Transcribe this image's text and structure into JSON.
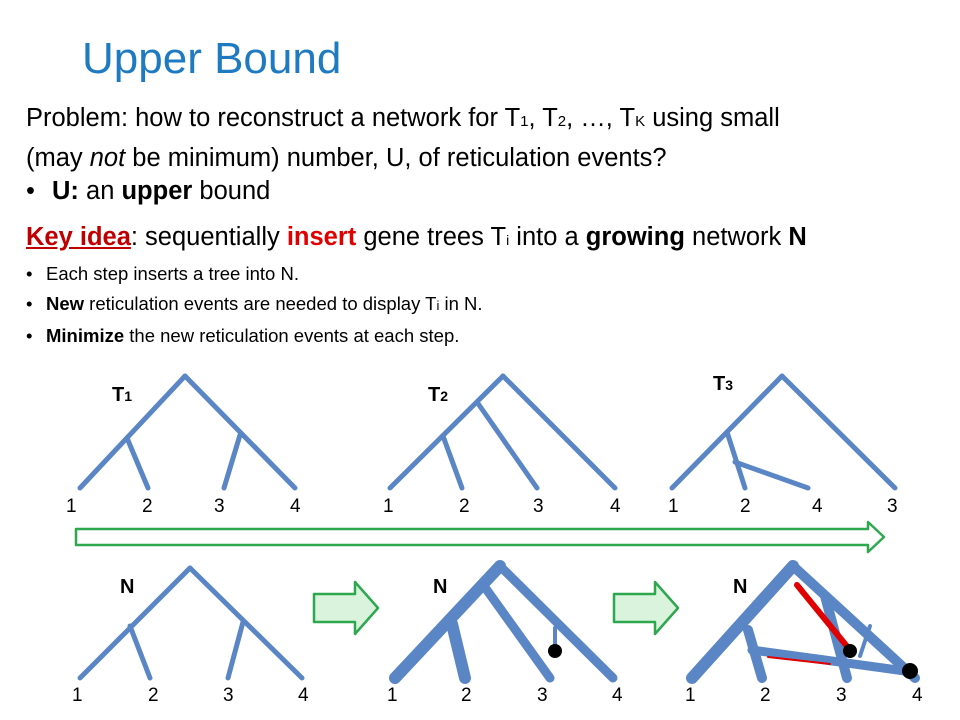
{
  "title": "Upper Bound",
  "problem": {
    "line1_prefix": "Problem: how to reconstruct a network for T",
    "sub1": "1",
    "sep1": ", T",
    "sub2": "2",
    "sep2": ", …, T",
    "subK": "K",
    "line1_suffix": " using small",
    "line2_a": "(may ",
    "line2_not": "not",
    "line2_b": " be minimum) number, U, of reticulation events?"
  },
  "upper_bullet": {
    "u": "U:",
    "a": " an ",
    "upper": "upper",
    "b": " bound"
  },
  "key_idea": {
    "label": "Key idea",
    "a": ": sequentially ",
    "insert": "insert",
    "b": " gene trees T",
    "sub": "i",
    "c": " into a ",
    "growing": "growing",
    "d": " network ",
    "n": "N"
  },
  "bullets": {
    "b1": "Each step inserts a tree into N.",
    "b2_bold": "New",
    "b2_a": " reticulation events are needed to display T",
    "b2_sub": "i",
    "b2_b": " in N.",
    "b3_bold": "Minimize",
    "b3_a": " the new reticulation events at each step."
  },
  "trees": {
    "t1": {
      "name": "T",
      "sub": "1",
      "leaves": [
        "1",
        "2",
        "3",
        "4"
      ]
    },
    "t2": {
      "name": "T",
      "sub": "2",
      "leaves": [
        "1",
        "2",
        "3",
        "4"
      ]
    },
    "t3": {
      "name": "T",
      "sub": "3",
      "leaves": [
        "1",
        "2",
        "4",
        "3"
      ]
    }
  },
  "networks": {
    "n1": {
      "name": "N",
      "leaves": [
        "1",
        "2",
        "3",
        "4"
      ]
    },
    "n2": {
      "name": "N",
      "leaves": [
        "1",
        "2",
        "3",
        "4"
      ]
    },
    "n3": {
      "name": "N",
      "leaves": [
        "1",
        "2",
        "3",
        "4"
      ]
    }
  },
  "colors": {
    "title": "#1f7bc1",
    "tree_edge": "#5b86c5",
    "reticulation": "#e00000",
    "arrow_fill": "#d9f3dd",
    "arrow_stroke": "#2ea84f"
  },
  "icons": [
    "right-arrow-icon",
    "long-right-arrow-icon"
  ]
}
